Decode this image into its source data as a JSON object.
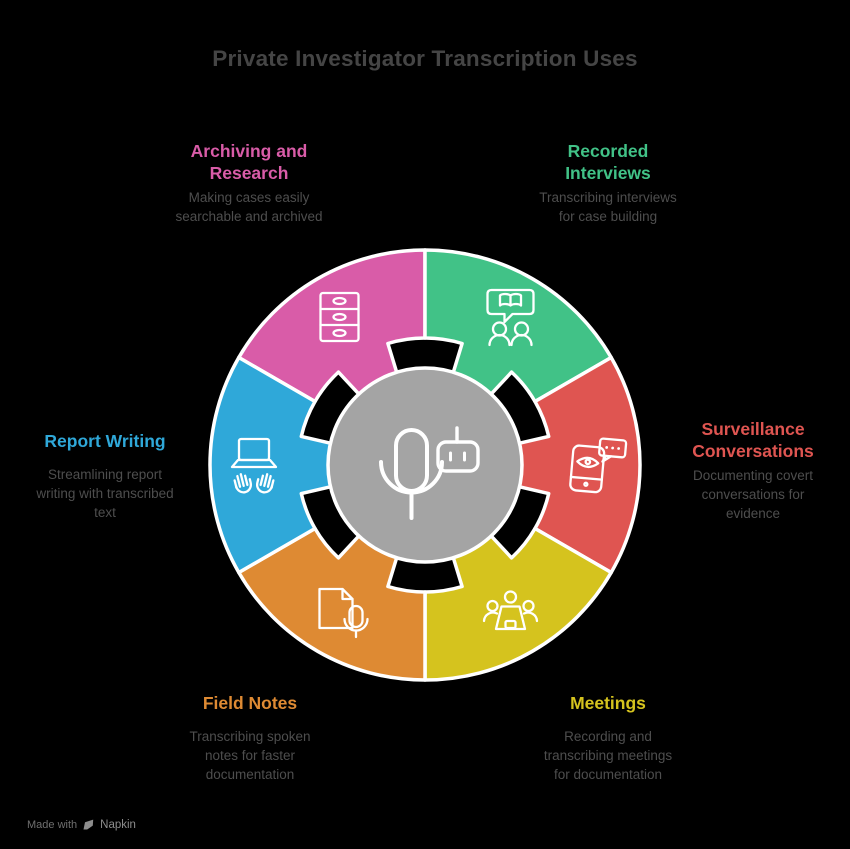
{
  "title": "Private Investigator Transcription Uses",
  "center": {
    "icon": "microphone-robot-icon"
  },
  "segments": [
    {
      "id": "archiving-research",
      "heading": "Archiving and\nResearch",
      "description": "Making cases easily\nsearchable and archived",
      "color": "#D95CA8",
      "icon": "file-cabinet-icon"
    },
    {
      "id": "recorded-interviews",
      "heading": "Recorded\nInterviews",
      "description": "Transcribing interviews\nfor case building",
      "color": "#41C287",
      "icon": "interview-people-icon"
    },
    {
      "id": "surveillance-conversations",
      "heading": "Surveillance\nConversations",
      "description": "Documenting covert\nconversations for\nevidence",
      "color": "#DF5551",
      "icon": "surveillance-phone-icon"
    },
    {
      "id": "meetings",
      "heading": "Meetings",
      "description": "Recording and\ntranscribing meetings\nfor documentation",
      "color": "#D5C31E",
      "icon": "meeting-people-icon"
    },
    {
      "id": "field-notes",
      "heading": "Field Notes",
      "description": "Transcribing spoken\nnotes for faster\ndocumentation",
      "color": "#DE8A33",
      "icon": "voice-note-icon"
    },
    {
      "id": "report-writing",
      "heading": "Report Writing",
      "description": "Streamlining report\nwriting with transcribed\ntext",
      "color": "#2FA8D9",
      "icon": "laptop-typing-icon"
    }
  ],
  "watermark": {
    "prefix": "Made with",
    "brand": "Napkin"
  },
  "colors": {
    "background": "#000000",
    "title": "#454545",
    "description": "#4E4E4E",
    "center_circle": "#A4A4A4",
    "stroke": "#FFFFFF"
  }
}
